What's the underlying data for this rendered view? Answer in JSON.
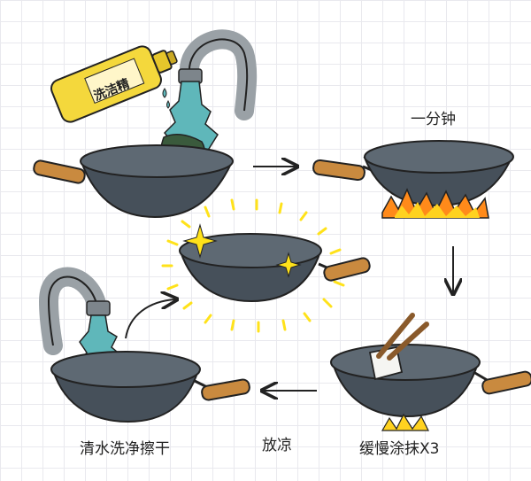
{
  "bottle": {
    "label": "洗洁精"
  },
  "steps": {
    "heat_label": "一分钟",
    "oil_label": "缓慢涂抹X3",
    "cool_label": "放凉",
    "wash_label": "清水洗净擦干"
  },
  "colors": {
    "wok_dark": "#46505a",
    "wok_inner": "#5e6973",
    "water": "#5fb7ba",
    "handle": "#c98a3f",
    "bottle": "#f4d83c",
    "flame_orange": "#ff8a1a",
    "flame_yellow": "#ffd21f",
    "sparkle": "#ffe21a"
  }
}
